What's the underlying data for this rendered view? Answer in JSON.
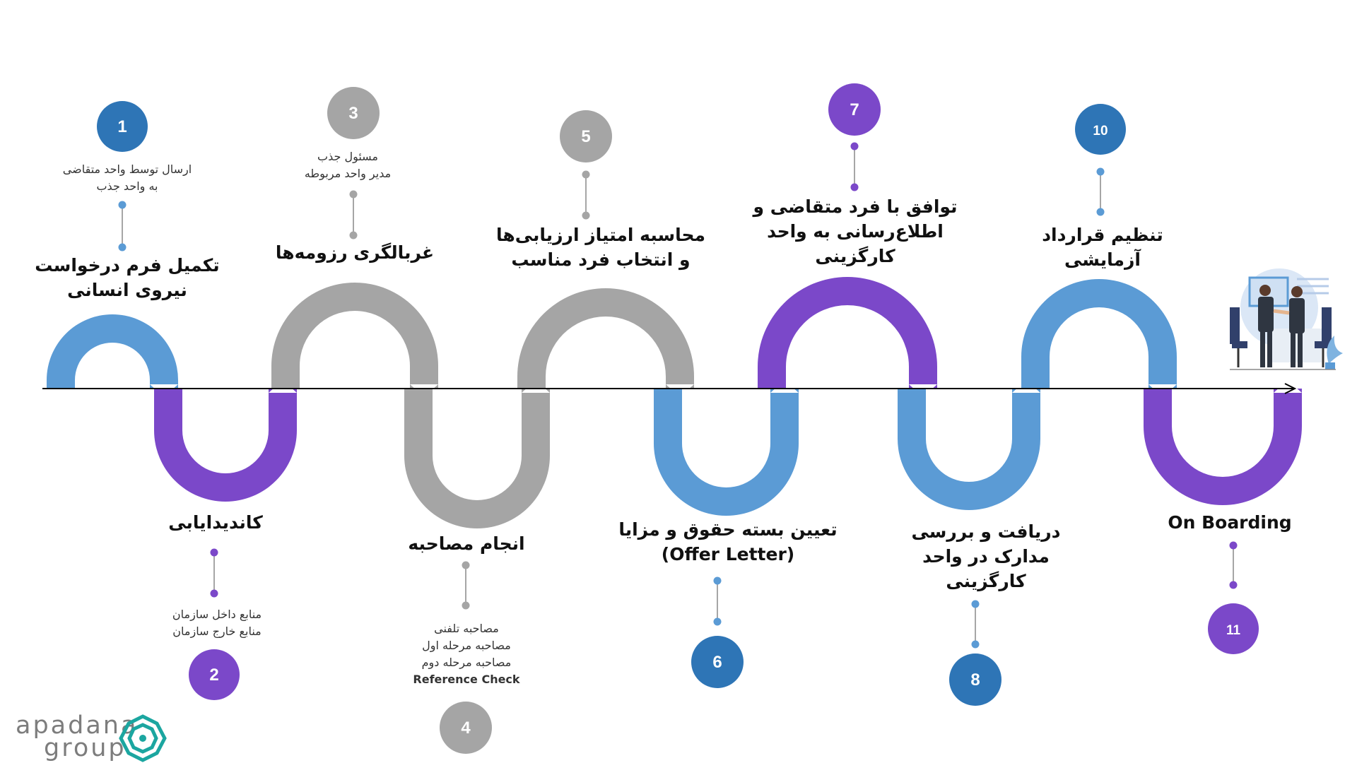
{
  "colors": {
    "blue": "#5b9bd5",
    "purple": "#7b48c9",
    "gray": "#a5a5a5",
    "dark_blue": "#2e75b6",
    "teal": "#1ba6a0"
  },
  "steps": [
    {
      "num": "1",
      "title_l1": "تکمیل فرم درخواست",
      "title_l2": "نیروی انسانی",
      "subs": [
        "ارسال توسط واحد متقاضی",
        "به واحد جذب"
      ],
      "color": "dark_blue"
    },
    {
      "num": "2",
      "title_l1": "کاندیدایابی",
      "title_l2": "",
      "subs": [
        "منابع داخل سازمان",
        "منابع خارج سازمان"
      ],
      "color": "purple"
    },
    {
      "num": "3",
      "title_l1": "غربالگری رزومه‌ها",
      "title_l2": "",
      "subs": [
        "مسئول جذب",
        "مدیر واحد مربوطه"
      ],
      "color": "gray"
    },
    {
      "num": "4",
      "title_l1": "انجام مصاحبه",
      "title_l2": "",
      "subs": [
        "مصاحبه تلفنی",
        "مصاحبه مرحله اول",
        "مصاحبه مرحله دوم",
        "Reference Check"
      ],
      "color": "gray"
    },
    {
      "num": "5",
      "title_l1": "محاسبه امتیاز ارزیابی‌ها",
      "title_l2": "و انتخاب فرد مناسب",
      "subs": [],
      "color": "gray"
    },
    {
      "num": "6",
      "title_l1": "تعیین بسته حقوق و مزایا",
      "title_l2": "(Offer Letter)",
      "subs": [],
      "color": "dark_blue"
    },
    {
      "num": "7",
      "title_l1": "توافق با فرد متقاضی و",
      "title_l2": "اطلاع‌رسانی به واحد",
      "title_l3": "کارگزینی",
      "subs": [],
      "color": "purple"
    },
    {
      "num": "8",
      "title_l1": "دریافت و بررسی",
      "title_l2": "مدارک در واحد",
      "title_l3": "کارگزینی",
      "subs": [],
      "color": "dark_blue"
    },
    {
      "num": "10",
      "title_l1": "تنظیم قرارداد",
      "title_l2": "آزمایشی",
      "subs": [],
      "color": "dark_blue"
    },
    {
      "num": "11",
      "title_l1": "On Boarding",
      "title_l2": "",
      "subs": [],
      "color": "purple"
    }
  ],
  "logo": {
    "line1": "apadana",
    "line2": "group"
  }
}
